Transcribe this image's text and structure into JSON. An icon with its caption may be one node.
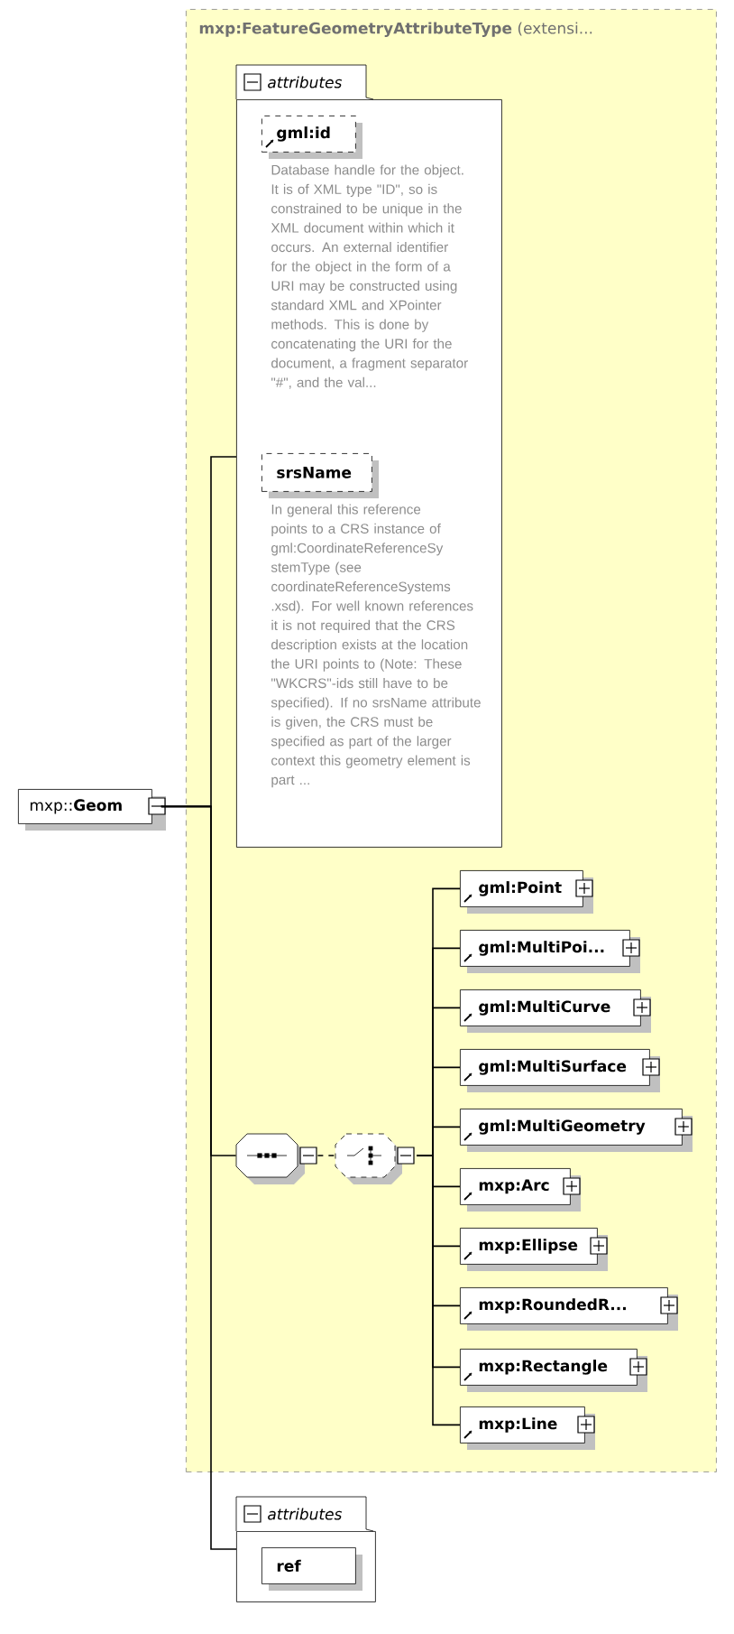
{
  "diagram": {
    "nodes": [
      {
        "text": [
          "mxp::**Geom**"
        ]
      },
      {
        "text": [
          "**mxp:FeatureGeometryAttributeType** (extensi..."
        ]
      },
      {
        "text": [
          "attributes"
        ],
        "in": 1
      },
      {
        "text": [
          "gml:id"
        ],
        "in": 2,
        "beside": [
          "Database handle for the object. It is of XML type \"ID\", so is constrained to be unique in the XML document within which it occurs. An external identifier for the object in the form of a URI may be constructed using standard XML and XPointer methods. This is done by concatenating the URI for the document, a fragment separator \"#\", and the val..."
        ]
      },
      {
        "text": [
          "srsName"
        ],
        "in": 2,
        "beside": [
          "In general this reference points to a CRS instance of gml:CoordinateReferenceSy stemType (see coordinateReferenceSystems .xsd). For well known references it is not required that the CRS description exists at the location the URI points to (Note: These \"WKCRS\"-ids still have to be specified). If no srsName attribute is given, the CRS must be specified as part of the larger context this geometry element is part ..."
        ]
      },
      {
        "text": [],
        "shape": "octagon",
        "in": 1
      },
      {
        "text": [],
        "shape": "octagon",
        "in": 1
      },
      {
        "text": [
          "gml:Point"
        ],
        "in": 1
      },
      {
        "text": [
          "gml:MultiPoi..."
        ],
        "in": 1
      },
      {
        "text": [
          "gml:MultiCurve"
        ],
        "in": 1
      },
      {
        "text": [
          "gml:MultiSurface"
        ],
        "in": 1
      },
      {
        "text": [
          "gml:MultiGeometry"
        ],
        "in": 1
      },
      {
        "text": [
          "mxp:Arc"
        ],
        "in": 1
      },
      {
        "text": [
          "mxp:Ellipse"
        ],
        "in": 1
      },
      {
        "text": [
          "mxp:RoundedR..."
        ],
        "in": 1
      },
      {
        "text": [
          "mxp:Rectangle"
        ],
        "in": 1
      },
      {
        "text": [
          "mxp:Line"
        ],
        "in": 1
      },
      {
        "text": [
          "attributes"
        ]
      },
      {
        "text": [
          "ref"
        ],
        "in": 17
      }
    ],
    "edges": [
      {
        "from": 0,
        "to": 2,
        "arrow": "none"
      },
      {
        "from": 0,
        "to": 5,
        "arrow": "none"
      },
      {
        "from": 0,
        "to": 17,
        "arrow": "none"
      },
      {
        "from": 5,
        "to": 6,
        "arrow": "none",
        "style": "dashed"
      },
      {
        "from": 6,
        "to": 7,
        "arrow": "none"
      },
      {
        "from": 6,
        "to": 8,
        "arrow": "none"
      },
      {
        "from": 6,
        "to": 9,
        "arrow": "none"
      },
      {
        "from": 6,
        "to": 10,
        "arrow": "none"
      },
      {
        "from": 6,
        "to": 11,
        "arrow": "none"
      },
      {
        "from": 6,
        "to": 12,
        "arrow": "none"
      },
      {
        "from": 6,
        "to": 13,
        "arrow": "none"
      },
      {
        "from": 6,
        "to": 14,
        "arrow": "none"
      },
      {
        "from": 6,
        "to": 15,
        "arrow": "none"
      },
      {
        "from": 6,
        "to": 16,
        "arrow": "none"
      }
    ]
  }
}
